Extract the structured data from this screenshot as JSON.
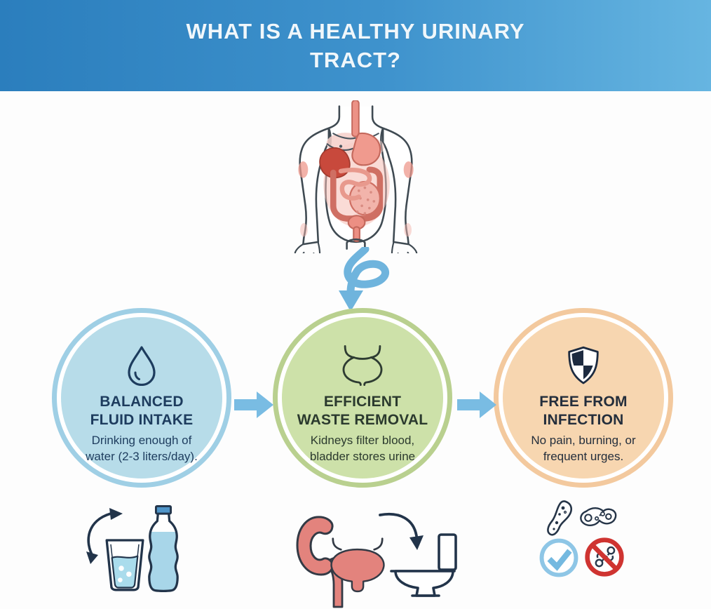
{
  "header": {
    "title_line1": "WHAT IS A HEALTHY URINARY",
    "title_line2": "TRACT?",
    "colors": {
      "gradient_left": "#2b7ebd",
      "gradient_right": "#66b5e1",
      "text": "#f0f7fb"
    }
  },
  "anatomy_illustration": {
    "name": "human-torso-with-internal-organs",
    "skin_outline_color": "#3f4a52",
    "liver_color": "#c8493c",
    "organ_pink_color": "#f09a8e"
  },
  "flow": {
    "swirl_arrow_color": "#6fb4dd",
    "connector_arrow_color": "#79bce3"
  },
  "steps": [
    {
      "icon": "water-drop-icon",
      "title_line1": "BALANCED",
      "title_line2": "FLUID INTAKE",
      "sub_line1": "Drinking enough of",
      "sub_line2": "water (2-3 liters/day).",
      "fill_color": "#b7dce9",
      "ring_color": "#9fcfe5",
      "text_color": "#1d3c5e"
    },
    {
      "icon": "bladder-icon",
      "title_line1": "EFFICIENT",
      "title_line2": "WASTE REMOVAL",
      "sub_line1": "Kidneys filter blood,",
      "sub_line2": "bladder stores urine",
      "fill_color": "#cde1a9",
      "ring_color": "#b9d08f",
      "text_color": "#2b3a2e"
    },
    {
      "icon": "shield-check-icon",
      "title_line1": "FREE FROM",
      "title_line2": "INFECTION",
      "sub_line1": "No pain, burning, or",
      "sub_line2": "frequent urges.",
      "fill_color": "#f7d6b0",
      "ring_color": "#f3c99e",
      "text_color": "#242e3c"
    }
  ],
  "bottom_row": {
    "hydration_icons": [
      "cycle-arrow-icon",
      "water-glass-icon",
      "water-bottle-icon"
    ],
    "waste_icons": [
      "kidney-icon",
      "bladder-icon",
      "curved-arrow-icon",
      "toilet-icon"
    ],
    "infection_icons": [
      "bacterium-icon",
      "bacterium-icon",
      "check-circle-icon",
      "no-bacteria-icon"
    ],
    "water_color": "#a8d8ea",
    "bottle_cap_color": "#4f95c9",
    "organ_color": "#e3837d",
    "check_color": "#8ec6e6",
    "prohibited_color": "#cf3431",
    "dark_icon_color": "#22344a"
  }
}
